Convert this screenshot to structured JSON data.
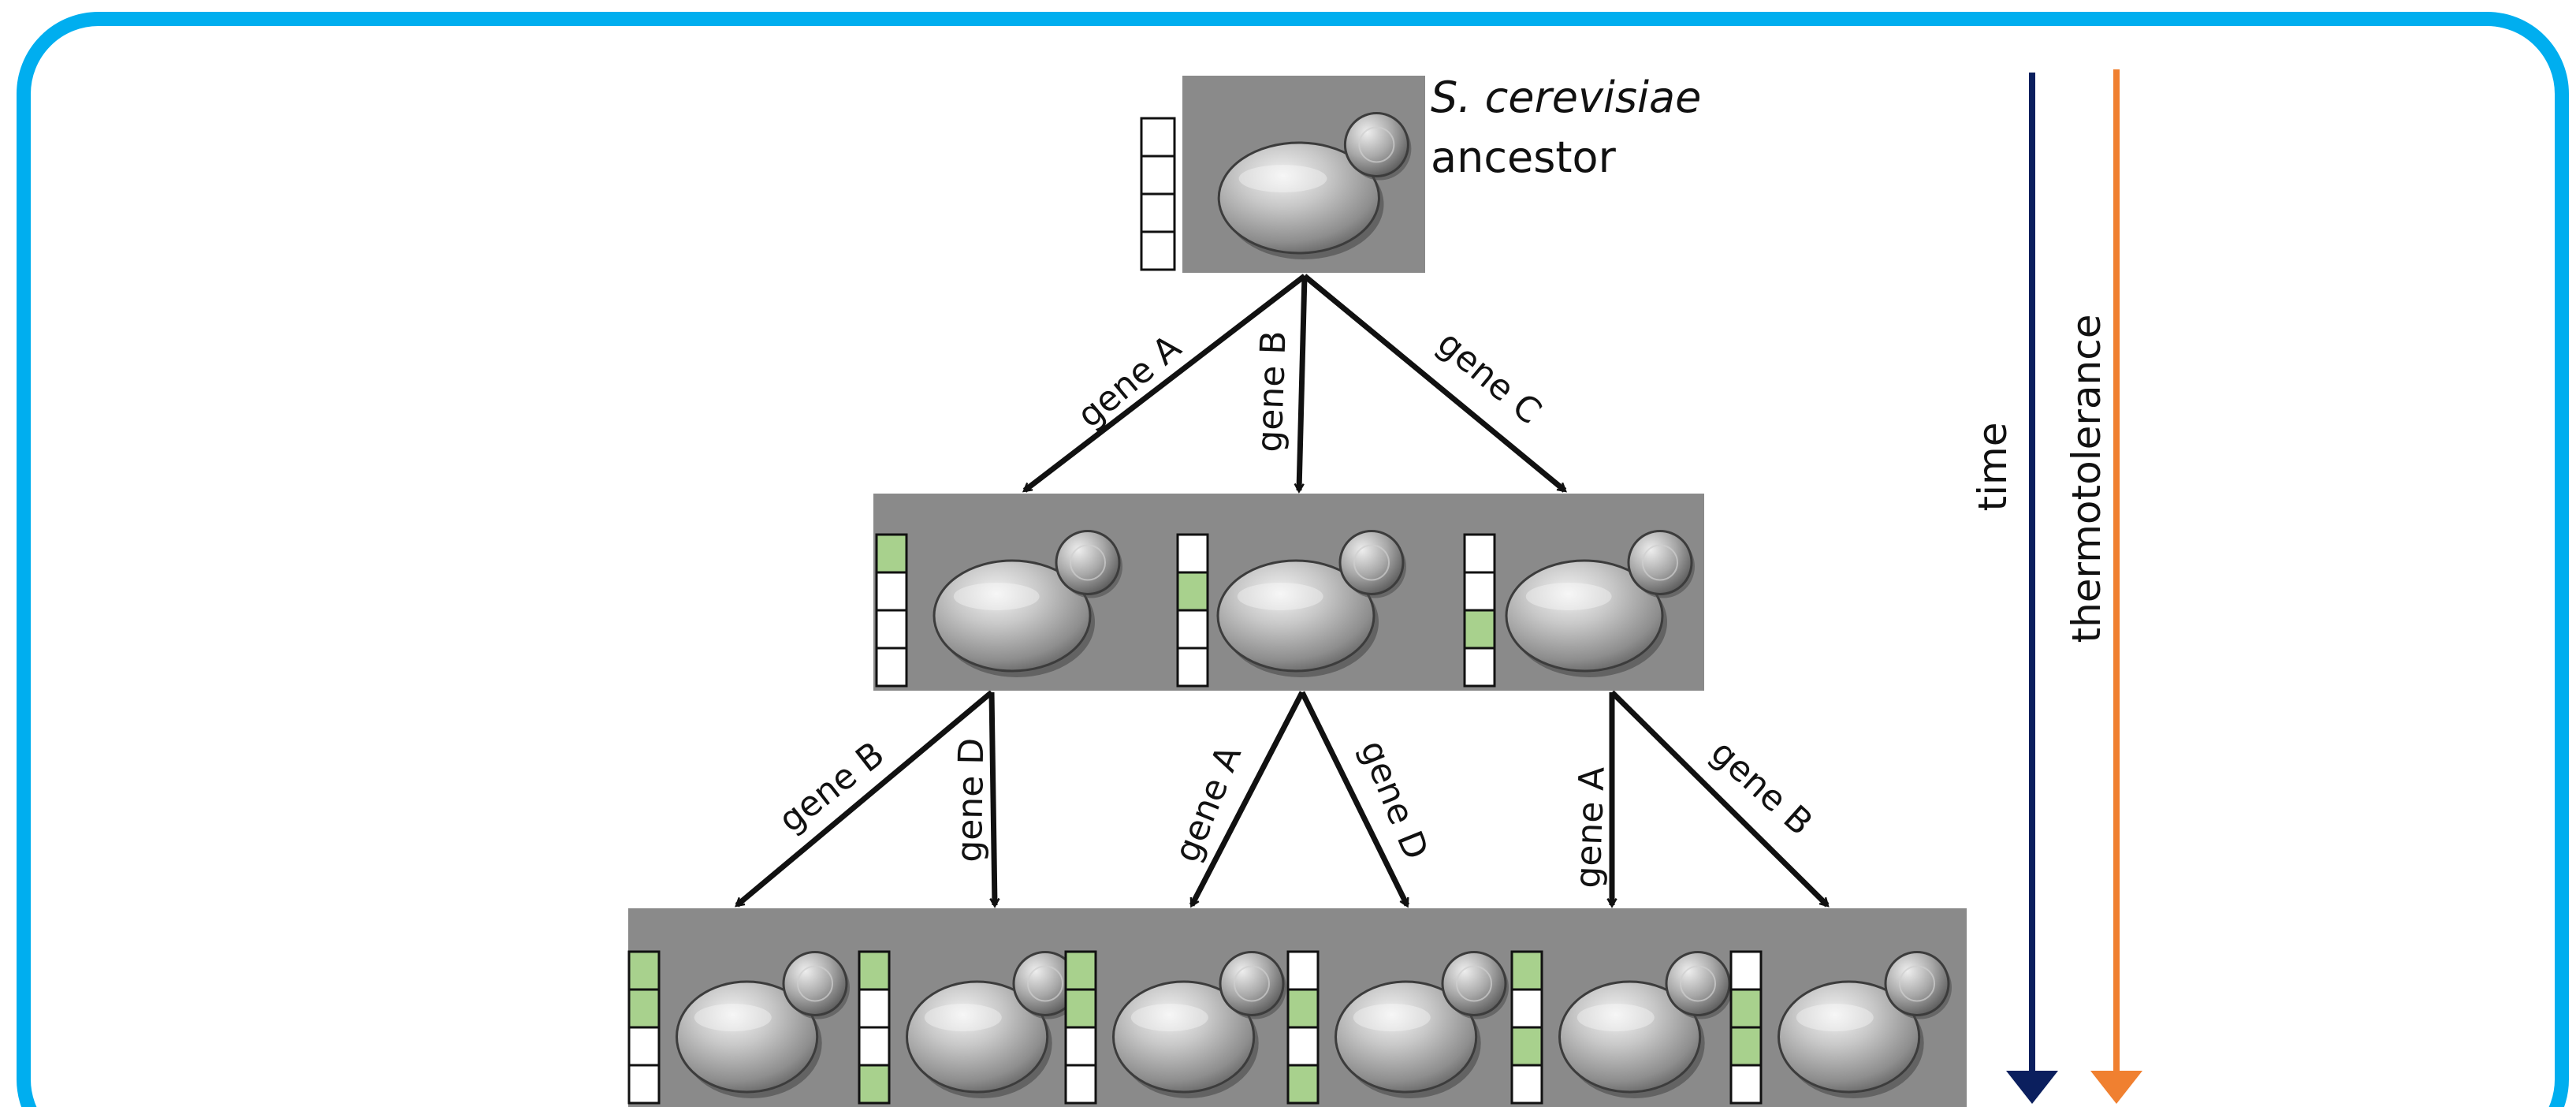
{
  "colors": {
    "frame": "#00AEEF",
    "arrow": "#111111",
    "time_arrow": "#0B1F5E",
    "thermo_arrow": "#F08030",
    "gene_on": "#A8D18D",
    "gene_off": "#FFFFFF",
    "cell_bg": "#8A8A8A"
  },
  "ancestor": {
    "species": "S. cerevisiae",
    "label": "ancestor",
    "genes": [
      0,
      0,
      0,
      0
    ]
  },
  "generation1": [
    {
      "genes": [
        1,
        0,
        0,
        0
      ]
    },
    {
      "genes": [
        0,
        1,
        0,
        0
      ]
    },
    {
      "genes": [
        0,
        0,
        1,
        0
      ]
    }
  ],
  "generation2": [
    {
      "genes": [
        1,
        1,
        0,
        0
      ]
    },
    {
      "genes": [
        1,
        0,
        0,
        1
      ]
    },
    {
      "genes": [
        1,
        1,
        0,
        0
      ]
    },
    {
      "genes": [
        0,
        1,
        0,
        1
      ]
    },
    {
      "genes": [
        1,
        0,
        1,
        0
      ]
    },
    {
      "genes": [
        0,
        1,
        1,
        0
      ]
    }
  ],
  "edges": [
    {
      "label": "gene A"
    },
    {
      "label": "gene B"
    },
    {
      "label": "gene C"
    },
    {
      "label": "gene B"
    },
    {
      "label": "gene D"
    },
    {
      "label": "gene A"
    },
    {
      "label": "gene D"
    },
    {
      "label": "gene A"
    },
    {
      "label": "gene B"
    }
  ],
  "axes": {
    "time": "time",
    "thermotolerance": "thermotolerance"
  }
}
